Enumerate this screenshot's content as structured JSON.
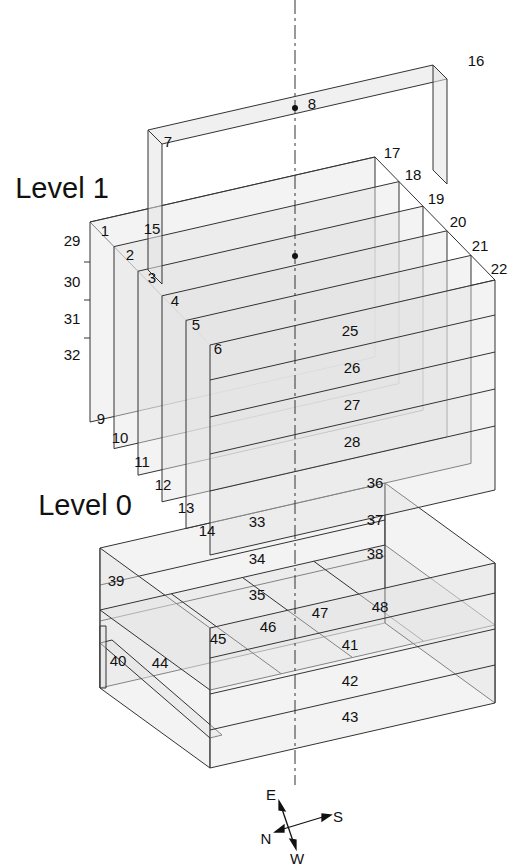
{
  "diagram": {
    "labels": [
      "Level 1",
      "Level 0",
      "1",
      "2",
      "3",
      "4",
      "5",
      "6",
      "7",
      "8",
      "9",
      "10",
      "11",
      "12",
      "13",
      "14",
      "15",
      "16",
      "17",
      "18",
      "19",
      "20",
      "21",
      "22",
      "25",
      "26",
      "27",
      "28",
      "29",
      "30",
      "31",
      "32",
      "33",
      "34",
      "35",
      "36",
      "37",
      "38",
      "39",
      "40",
      "41",
      "42",
      "43",
      "44",
      "45",
      "46",
      "47",
      "48",
      "E",
      "N",
      "S",
      "W"
    ]
  }
}
